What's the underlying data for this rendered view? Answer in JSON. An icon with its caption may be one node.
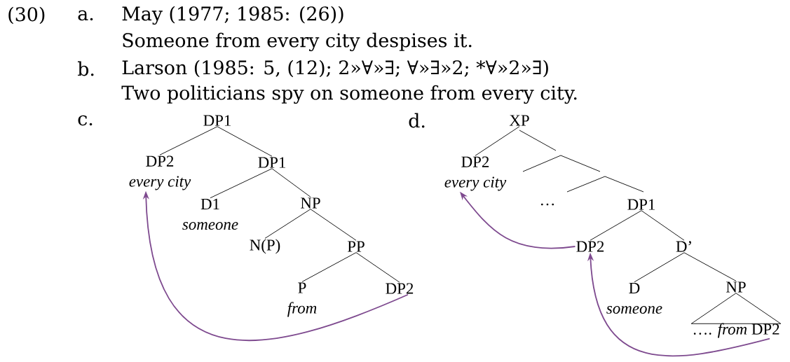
{
  "diagram": {
    "nodes": [
      {
        "text": [
          "DP1"
        ]
      },
      {
        "text": [
          "DP2",
          "every city"
        ]
      },
      {
        "text": [
          "DP1"
        ]
      },
      {
        "text": [
          "D1",
          "someone"
        ]
      },
      {
        "text": [
          "NP"
        ]
      },
      {
        "text": [
          "N(P)"
        ]
      },
      {
        "text": [
          "PP"
        ]
      },
      {
        "text": [
          "P",
          "from"
        ]
      },
      {
        "text": [
          "DP2"
        ]
      },
      {
        "text": [
          "XP"
        ]
      },
      {
        "text": [
          "DP2",
          "every city"
        ]
      },
      {
        "text": [
          "…"
        ]
      },
      {
        "text": [
          "DP1"
        ]
      },
      {
        "text": [
          "DP2"
        ]
      },
      {
        "text": [
          "D’"
        ]
      },
      {
        "text": [
          "D",
          "someone"
        ]
      },
      {
        "text": [
          "NP"
        ]
      },
      {
        "text": [
          "…. *from* DP2"
        ]
      }
    ],
    "edges": [
      {
        "from": 0,
        "to": 1,
        "arrow": "none"
      },
      {
        "from": 0,
        "to": 2,
        "arrow": "none"
      },
      {
        "from": 2,
        "to": 3,
        "arrow": "none"
      },
      {
        "from": 2,
        "to": 4,
        "arrow": "none"
      },
      {
        "from": 4,
        "to": 5,
        "arrow": "none"
      },
      {
        "from": 4,
        "to": 6,
        "arrow": "none"
      },
      {
        "from": 6,
        "to": 7,
        "arrow": "none"
      },
      {
        "from": 6,
        "to": 8,
        "arrow": "none"
      },
      {
        "from": 9,
        "to": 10,
        "arrow": "none"
      },
      {
        "from": 12,
        "to": 13,
        "arrow": "none"
      },
      {
        "from": 12,
        "to": 14,
        "arrow": "none"
      },
      {
        "from": 14,
        "to": 15,
        "arrow": "none"
      },
      {
        "from": 14,
        "to": 16,
        "arrow": "none"
      },
      {
        "from": 16,
        "to": 17,
        "arrow": "none"
      },
      {
        "from": 8,
        "to": 1,
        "arrow": "to",
        "color": "#7e4a8f"
      },
      {
        "from": 13,
        "to": 10,
        "arrow": "to",
        "color": "#7e4a8f"
      },
      {
        "from": 17,
        "to": 13,
        "arrow": "to",
        "color": "#7e4a8f"
      }
    ],
    "labels": [
      "(30)",
      "a.",
      "May (1977; 1985: (26))",
      "Someone from every city despises it.",
      "b.",
      "Larson (1985: 5, (12); 2»∀»∃; ∀»∃»2; *∀»2»∃)",
      "Two politicians spy on someone from every city.",
      "c.",
      "d."
    ]
  }
}
